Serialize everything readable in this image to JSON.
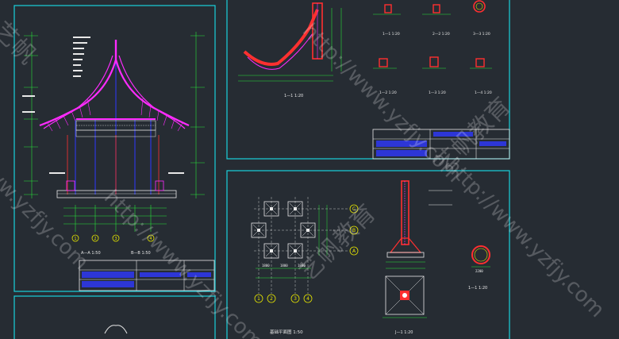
{
  "sheet_a": {
    "caption_left": "A—A 1:50",
    "caption_right": "B—B 1:50",
    "axis_bubbles": [
      "1",
      "2",
      "3",
      "4"
    ]
  },
  "sheet_b": {
    "section_caption": "1—1 1:20",
    "detail_labels": [
      "1—1 1:20",
      "2—2 1:20",
      "3—3 1:20",
      "1—2 1:20",
      "1—3 1:20",
      "1—4 1:20"
    ]
  },
  "sheet_c": {
    "plan_caption": "基础平面图 1:50",
    "col_bubbles": [
      "1",
      "2",
      "3",
      "4"
    ],
    "row_bubbles": [
      "A",
      "B",
      "C"
    ],
    "footing_caption": "J—1 1:20",
    "pile_caption": "1—1 1:20",
    "dims": [
      "1800",
      "1800",
      "1800",
      "2200"
    ]
  },
  "watermark": {
    "url": "http://www.yzfjy.com",
    "brand": "艺帆教育",
    "brand_mark": "艺帆"
  },
  "colors": {
    "frame": "#19d1dd",
    "roof": "#ff2bff",
    "section": "#ff3030",
    "column": "#2f39ff",
    "dim": "#28e33a",
    "text": "#f2f2f2"
  }
}
